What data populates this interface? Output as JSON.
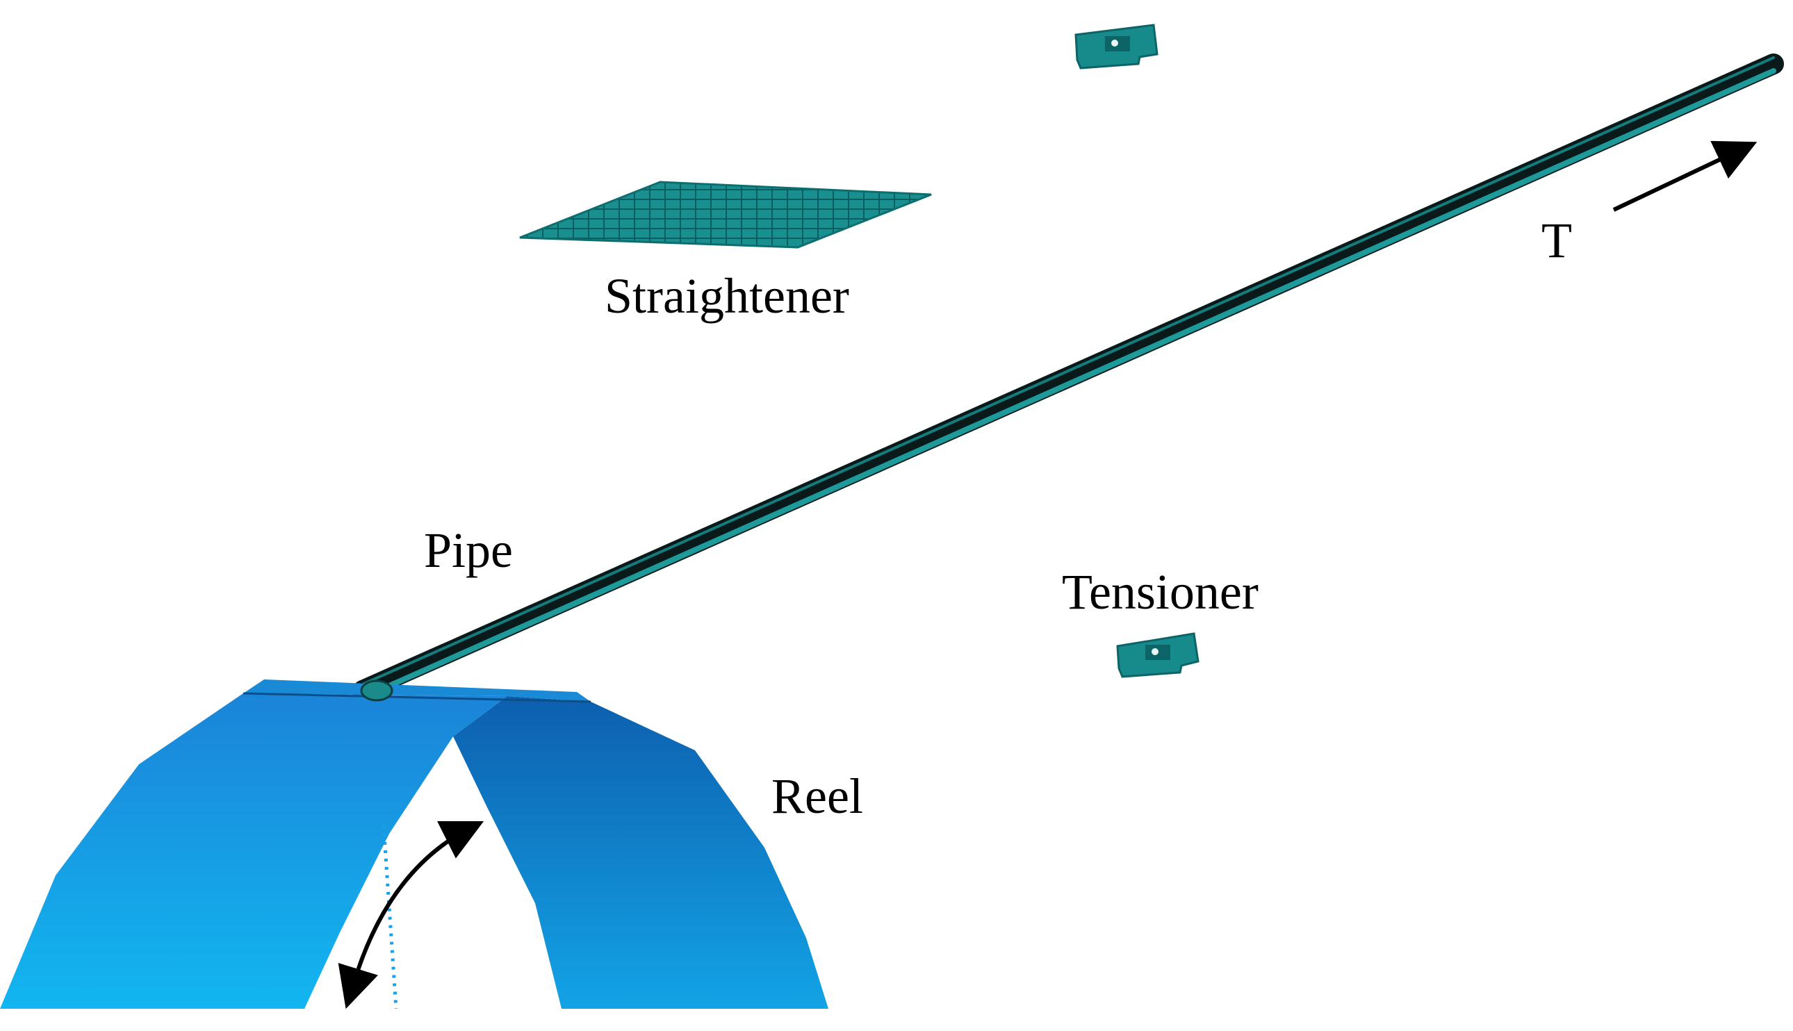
{
  "labels": {
    "straightener": "Straightener",
    "pipe": "Pipe",
    "tensioner": "Tensioner",
    "reel": "Reel",
    "tension": "T"
  },
  "colors": {
    "background": "#ffffff",
    "mesh": "#1a8f8f",
    "mesh_dark": "#0f6e70",
    "pipe_core": "#0a1a1a",
    "reel_light": "#1ba0e6",
    "reel_dark": "#0f67b8",
    "arrow": "#000000"
  }
}
